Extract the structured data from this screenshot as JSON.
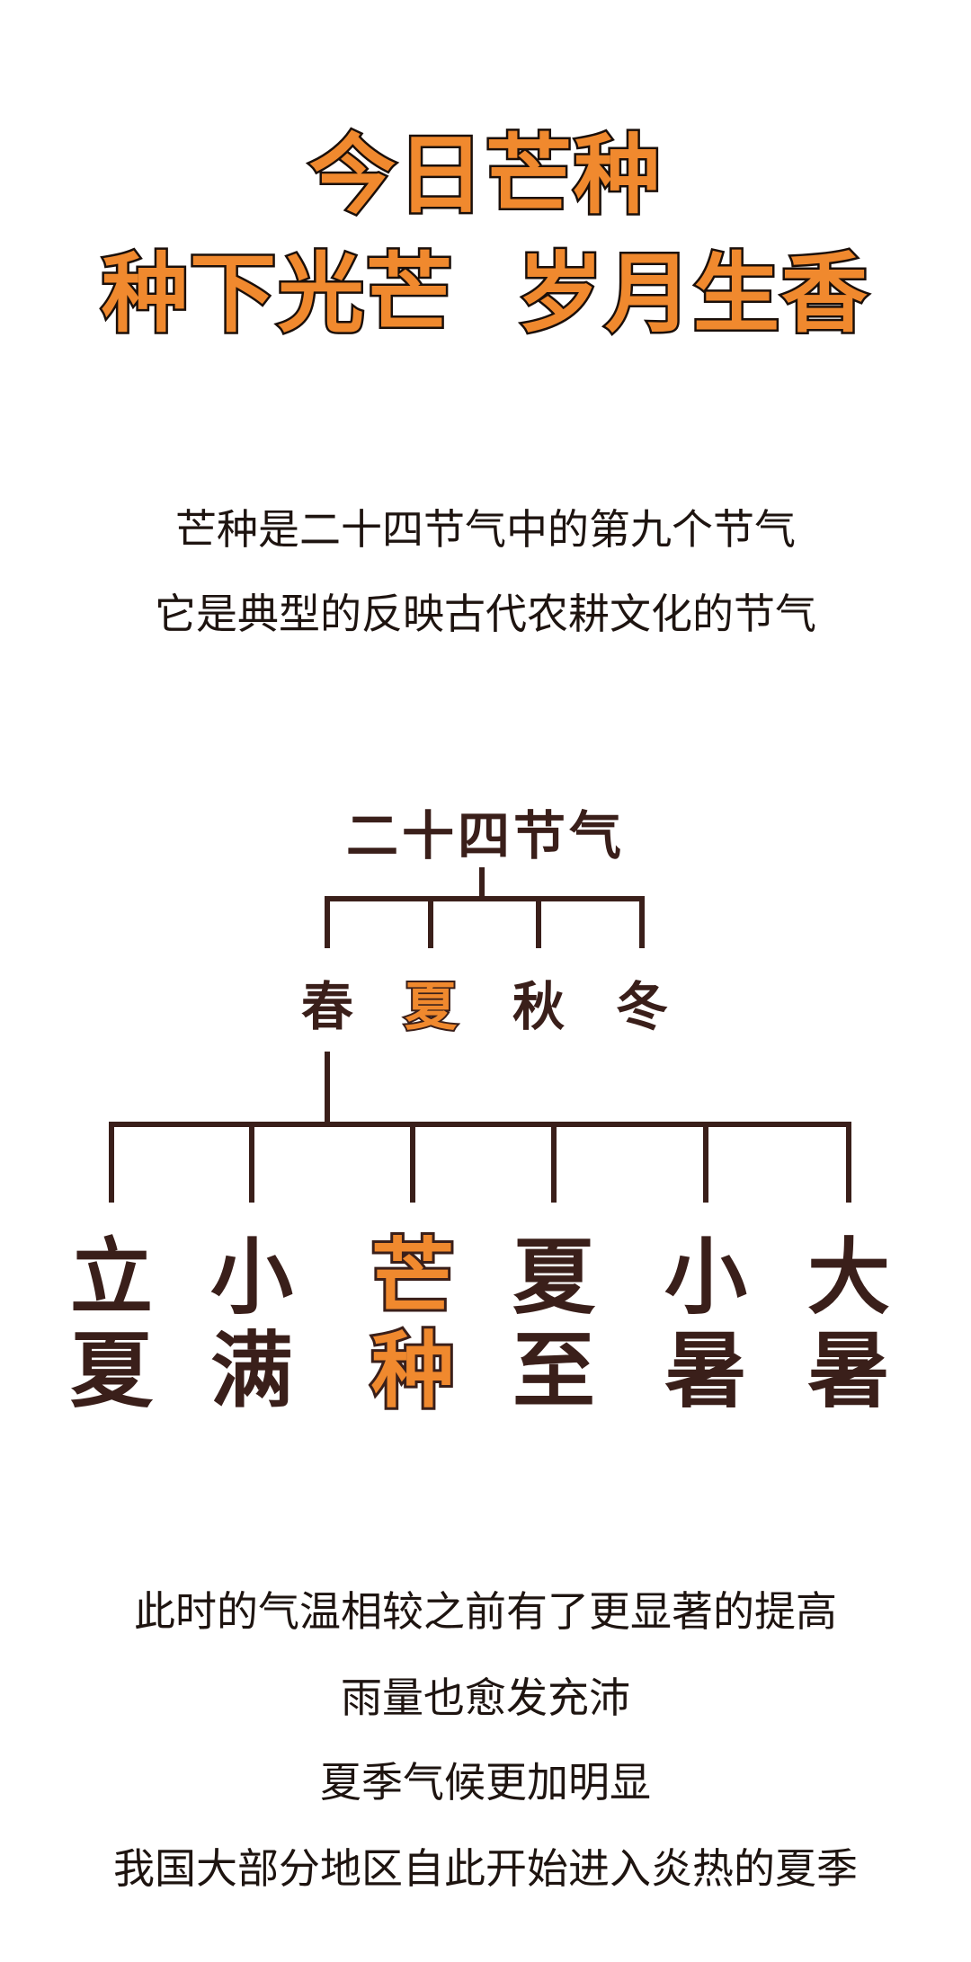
{
  "title": {
    "line1": "今日芒种",
    "line2_part1": "种下光芒",
    "line2_part2": "岁月生香"
  },
  "intro": {
    "lines": [
      "芒种是二十四节气中的第九个节气",
      "它是典型的反映古代农耕文化的节气"
    ]
  },
  "tree": {
    "root": "二十四节气",
    "seasons": [
      "春",
      "夏",
      "秋",
      "冬"
    ],
    "highlighted_season": "夏",
    "terms": [
      {
        "top": "立",
        "bottom": "夏"
      },
      {
        "top": "小",
        "bottom": "满"
      },
      {
        "top": "芒",
        "bottom": "种"
      },
      {
        "top": "夏",
        "bottom": "至"
      },
      {
        "top": "小",
        "bottom": "暑"
      },
      {
        "top": "大",
        "bottom": "暑"
      }
    ],
    "highlighted_term": "芒种"
  },
  "outro": {
    "lines": [
      "此时的气温相较之前有了更显著的提高",
      "雨量也愈发充沛",
      "夏季气候更加明显",
      "我国大部分地区自此开始进入炎热的夏季"
    ]
  },
  "colors": {
    "accent": "#f0892e",
    "outline": "#1a0f0a",
    "tree": "#3a1f1a",
    "text": "#1e1410",
    "background": "#ffffff"
  }
}
